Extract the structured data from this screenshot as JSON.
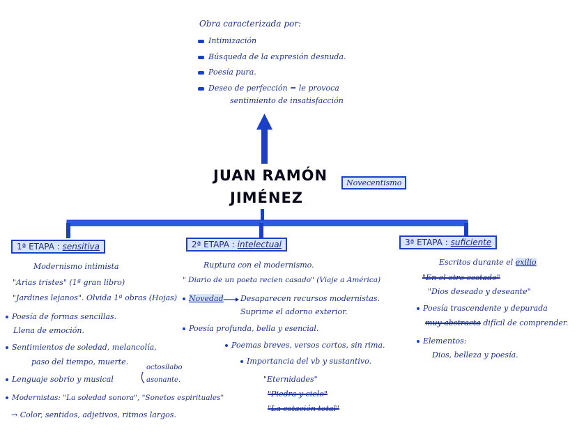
{
  "top": {
    "intro": "Obra caracterizada por:",
    "items": [
      "Intimización",
      "Búsqueda de la expresión desnuda.",
      "Poesía pura.",
      "Deseo de perfección = le provoca"
    ],
    "item4_cont": "sentimiento de insatisfacción"
  },
  "center": {
    "line1": "JUAN RAMÓN",
    "line2": "JIMÉNEZ",
    "tag": "Novecentismo"
  },
  "stage1": {
    "prefix": "1ª ETAPA :",
    "name": "sensitiva",
    "heading": "Modernismo intimista",
    "l1": "\"Arias tristes\" (1ª gran libro)",
    "l2": "\"Jardines lejanos\". Olvida 1ª obras (Hojas)",
    "b1": "Poesía de formas sencillas.",
    "b1b": "Llena de emoción.",
    "b2": "Sentimientos de soledad, melancolía,",
    "b2b": "paso del tiempo, muerte.",
    "b3": "Lenguaje sobrio y musical",
    "b3_opt1": "octosílabo",
    "b3_opt2": "asonante.",
    "b4": "Modernistas: \"La soledad sonora\", \"Sonetos espirituales\"",
    "l5": "→ Color, sentidos, adjetivos, ritmos largos."
  },
  "stage2": {
    "prefix": "2ª ETAPA :",
    "name": "intelectual",
    "heading": "Ruptura con el modernismo.",
    "l1": "\" Diario de un poeta recien casado\" (Viaje a América)",
    "novedad": "Novedad",
    "n1": "Desaparecen recursos modernistas.",
    "n2": "Suprime el adorno exterior.",
    "b1": "Poesía profunda, bella y esencial.",
    "b2": "Poemas breves, versos cortos, sin rima.",
    "b3": "Importancia del vb y sustantivo.",
    "q1": "\"Eternidades\"",
    "q2": "\"Piedra y cielo\"",
    "q3": "\"La estación total\""
  },
  "stage3": {
    "prefix": "3ª ETAPA :",
    "name": "suficiente",
    "heading_a": "Escritos durante el",
    "heading_b": "exilio",
    "l1": "\"En el otro costado\"",
    "l2": "\"Dios deseado y deseante\"",
    "b1": "Poesía trascendente y depurada",
    "b1b_a": "muy abstracta",
    "b1b_b": "difícil de comprender.",
    "b2": "Elementos:",
    "b2b": "Dios, belleza y poesía."
  },
  "colors": {
    "accent": "#1c3fc8",
    "fill": "#d9e4ff",
    "ink": "#1d2f9a"
  }
}
